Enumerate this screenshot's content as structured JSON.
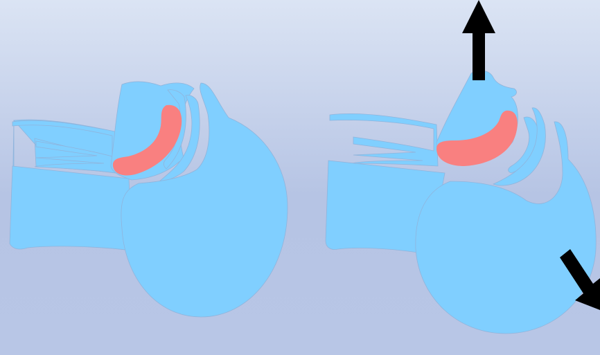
{
  "colors": {
    "background_top": "#dbe4f4",
    "background_mid": "#b6c4e4",
    "background_bottom": "#b8c6e6",
    "tissue": "#80cfff",
    "tissue_outline": "#8fb4dc",
    "highlight": "#f98080",
    "arrow": "#000000"
  },
  "panels": [
    {
      "state": "resting"
    },
    {
      "state": "separated"
    }
  ],
  "arrows": [
    {
      "direction": "up",
      "icon": "arrow-up-icon"
    },
    {
      "direction": "down-right",
      "icon": "arrow-down-right-icon"
    }
  ]
}
